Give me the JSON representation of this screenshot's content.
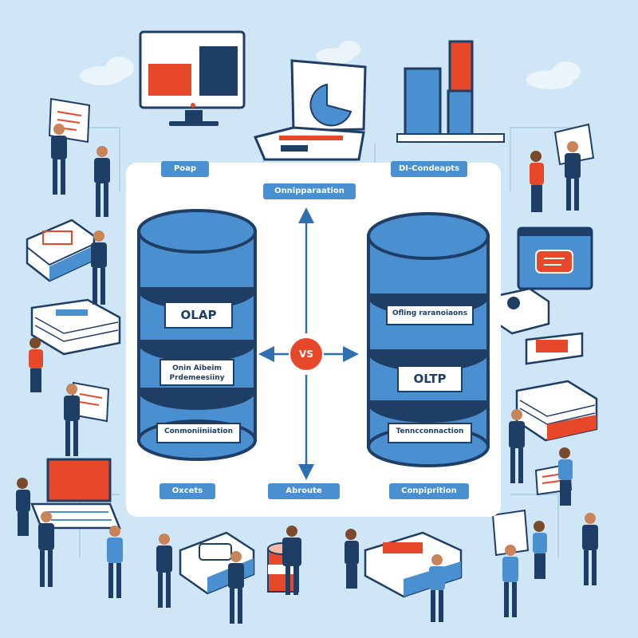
{
  "panel": {
    "top_left_tag": "Poap",
    "top_center_tag": "Onnipparaation",
    "top_right_tag": "DI-Condeapts",
    "bottom_left_tag": "Oxcets",
    "bottom_center_tag": "Abroute",
    "bottom_right_tag": "Conpiprition"
  },
  "left_db": {
    "title": "OLAP",
    "label_mid_1": "Onin Aibeim",
    "label_mid_2": "Prdemeesiiny",
    "label_bottom": "Conmoniiniiation"
  },
  "right_db": {
    "label_top": "Ofling raranoiaons",
    "title": "OLTP",
    "label_bottom": "Tenncconnaction"
  },
  "center": {
    "vs": "VS"
  },
  "colors": {
    "background": "#cfe6f6",
    "panel": "#ffffff",
    "db_blue": "#4a8fd0",
    "db_dark": "#1f3e66",
    "accent_red": "#e8482a",
    "tag_blue": "#4a8fd0"
  },
  "icons": [
    "monitor-icon",
    "laptop-icon",
    "bar-chart-icon",
    "person-icon",
    "server-icon",
    "document-stack-icon",
    "arrow-icon"
  ]
}
